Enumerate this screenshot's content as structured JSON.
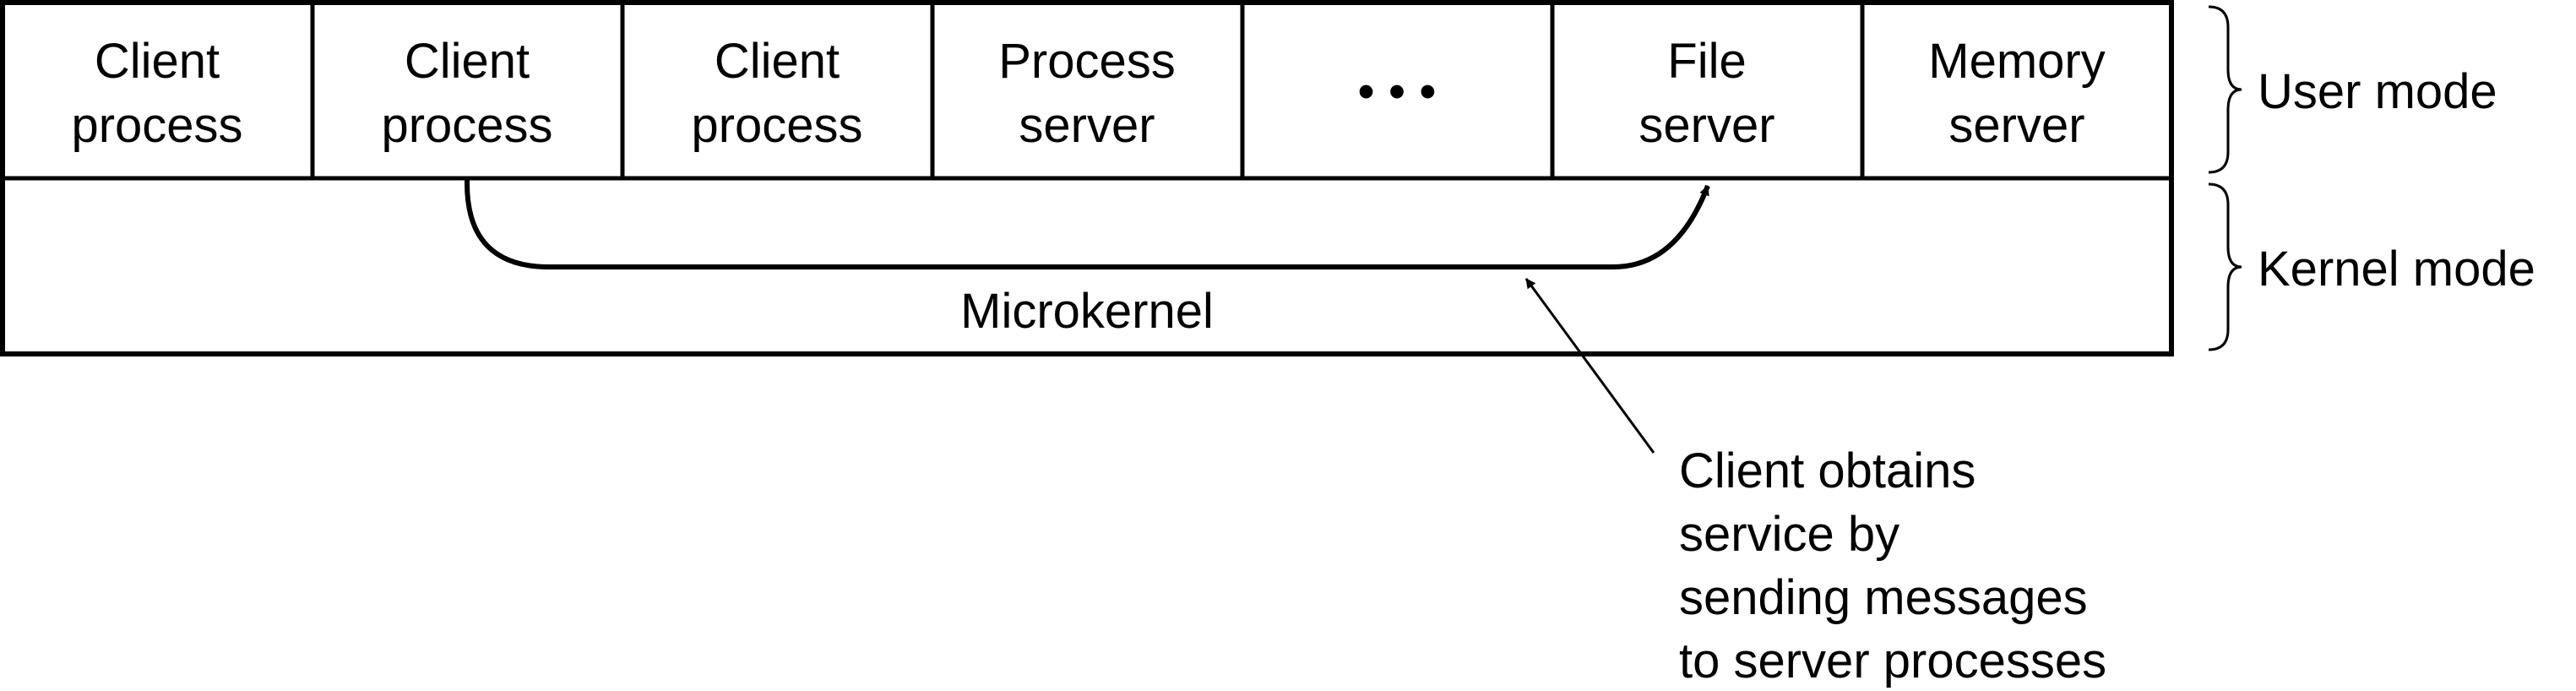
{
  "user_processes": [
    {
      "line1": "Client",
      "line2": "process"
    },
    {
      "line1": "Client",
      "line2": "process"
    },
    {
      "line1": "Client",
      "line2": "process"
    },
    {
      "line1": "Process",
      "line2": "server"
    },
    {
      "line1": "• • •",
      "line2": ""
    },
    {
      "line1": "File",
      "line2": "server"
    },
    {
      "line1": "Memory",
      "line2": "server"
    }
  ],
  "kernel_label": "Microkernel",
  "modes": {
    "user": "User mode",
    "kernel": "Kernel mode"
  },
  "annotation": [
    "Client obtains",
    "service by",
    "sending messages",
    "to server processes"
  ]
}
